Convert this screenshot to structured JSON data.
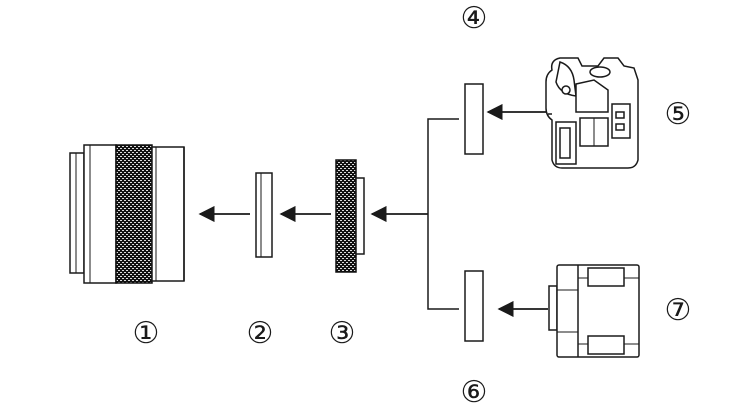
{
  "labels": {
    "lens": "①",
    "adapter_small": "②",
    "adapter_ring": "③",
    "mount_top": "④",
    "camera_dslr": "⑤",
    "mount_bottom": "⑥",
    "camera_compact": "⑦"
  },
  "colors": {
    "ink": "#1a1a1a",
    "background": "#ffffff"
  }
}
